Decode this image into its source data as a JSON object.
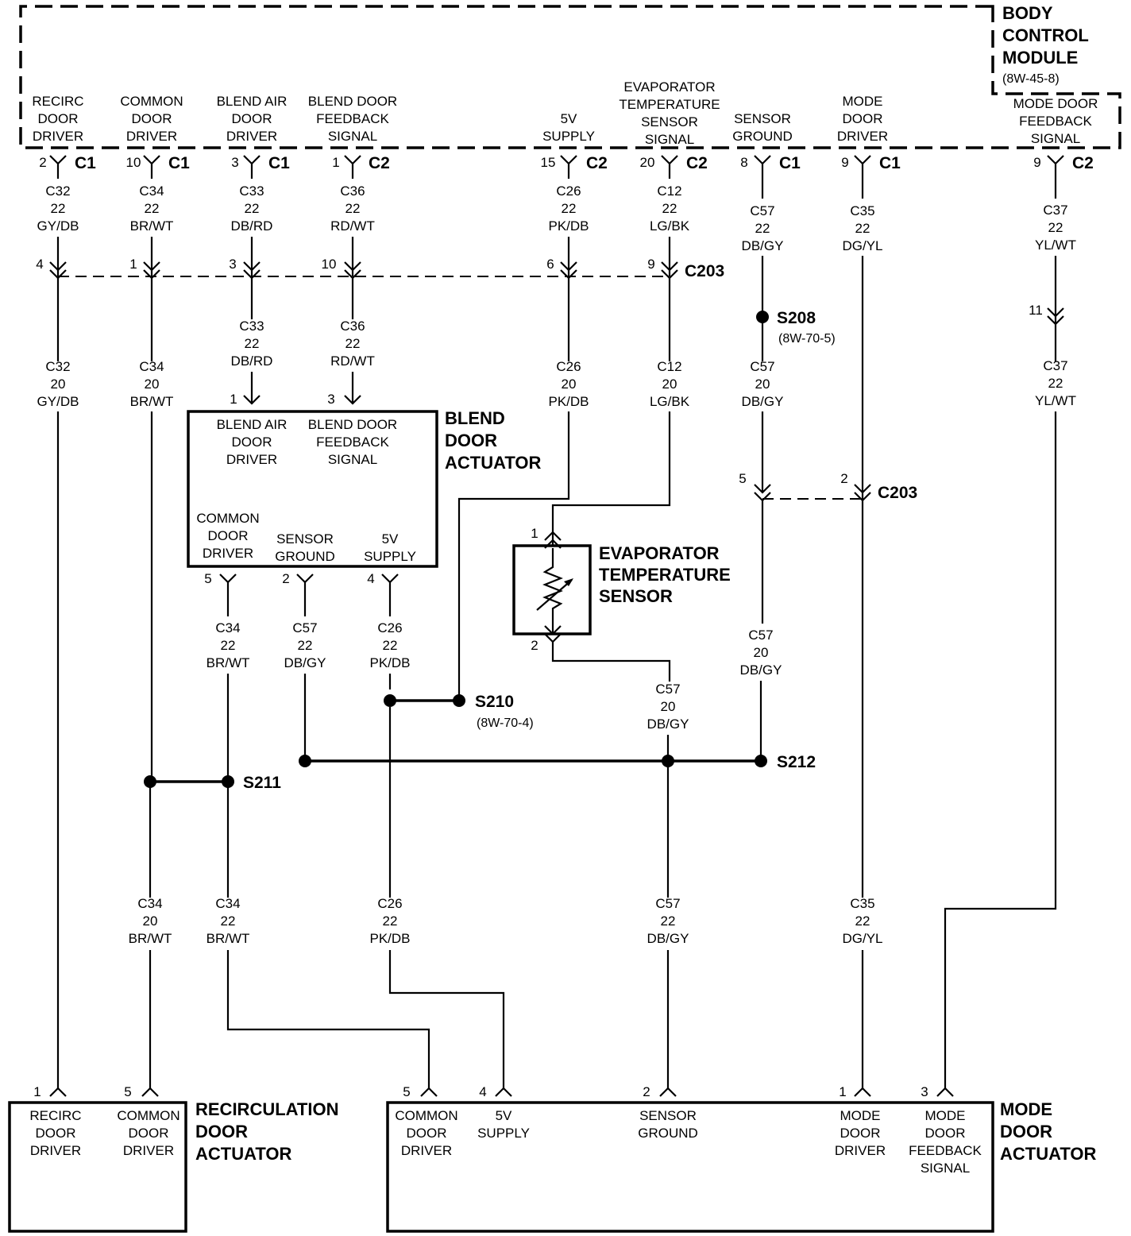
{
  "modules": {
    "bcm": {
      "name": [
        "BODY",
        "CONTROL",
        "MODULE"
      ],
      "ref": "(8W-45-8)"
    },
    "blend": {
      "name": [
        "BLEND",
        "DOOR",
        "ACTUATOR"
      ]
    },
    "evap": {
      "name": [
        "EVAPORATOR",
        "TEMPERATURE",
        "SENSOR"
      ]
    },
    "recirc": {
      "name": [
        "RECIRCULATION",
        "DOOR",
        "ACTUATOR"
      ]
    },
    "mode": {
      "name": [
        "MODE",
        "DOOR",
        "ACTUATOR"
      ]
    }
  },
  "bcm_pins": [
    {
      "label": [
        "RECIRC",
        "DOOR",
        "DRIVER"
      ],
      "pin": "2",
      "conn": "C1",
      "wire": [
        "C32",
        "22",
        "GY/DB"
      ]
    },
    {
      "label": [
        "COMMON",
        "DOOR",
        "DRIVER"
      ],
      "pin": "10",
      "conn": "C1",
      "wire": [
        "C34",
        "22",
        "BR/WT"
      ]
    },
    {
      "label": [
        "BLEND AIR",
        "DOOR",
        "DRIVER"
      ],
      "pin": "3",
      "conn": "C1",
      "wire": [
        "C33",
        "22",
        "DB/RD"
      ]
    },
    {
      "label": [
        "BLEND DOOR",
        "FEEDBACK",
        "SIGNAL"
      ],
      "pin": "1",
      "conn": "C2",
      "wire": [
        "C36",
        "22",
        "RD/WT"
      ]
    },
    {
      "label": [
        "5V",
        "SUPPLY"
      ],
      "pin": "15",
      "conn": "C2",
      "wire": [
        "C26",
        "22",
        "PK/DB"
      ]
    },
    {
      "label": [
        "EVAPORATOR",
        "TEMPERATURE",
        "SENSOR",
        "SIGNAL"
      ],
      "pin": "20",
      "conn": "C2",
      "wire": [
        "C12",
        "22",
        "LG/BK"
      ]
    },
    {
      "label": [
        "SENSOR",
        "GROUND"
      ],
      "pin": "8",
      "conn": "C1",
      "wire": [
        "C57",
        "22",
        "DB/GY"
      ]
    },
    {
      "label": [
        "MODE",
        "DOOR",
        "DRIVER"
      ],
      "pin": "9",
      "conn": "C1",
      "wire": [
        "C35",
        "22",
        "DG/YL"
      ]
    },
    {
      "label": [
        "MODE DOOR",
        "FEEDBACK",
        "SIGNAL"
      ],
      "pin": "9",
      "conn": "C2",
      "wire": [
        "C37",
        "22",
        "YL/WT"
      ]
    }
  ],
  "c203_top": {
    "name": "C203",
    "pins": [
      "4",
      "1",
      "3",
      "10",
      "6",
      "9"
    ]
  },
  "c203_right": {
    "name": "C203",
    "pins": [
      "5",
      "2"
    ]
  },
  "inline_11": "11",
  "below_c203": [
    [
      "C32",
      "20",
      "GY/DB"
    ],
    [
      "C34",
      "20",
      "BR/WT"
    ],
    [
      "C33",
      "22",
      "DB/RD"
    ],
    [
      "C36",
      "22",
      "RD/WT"
    ],
    [
      "C26",
      "20",
      "PK/DB"
    ],
    [
      "C12",
      "20",
      "LG/BK"
    ],
    [
      "C57",
      "20",
      "DB/GY"
    ],
    [
      "C37",
      "22",
      "YL/WT"
    ]
  ],
  "splices": {
    "s208": {
      "name": "S208",
      "ref": "(8W-70-5)"
    },
    "s210": {
      "name": "S210",
      "ref": "(8W-70-4)"
    },
    "s211": {
      "name": "S211"
    },
    "s212": {
      "name": "S212"
    }
  },
  "blend_actuator": {
    "top_pins": [
      {
        "pin": "1",
        "label": [
          "BLEND AIR",
          "DOOR",
          "DRIVER"
        ]
      },
      {
        "pin": "3",
        "label": [
          "BLEND DOOR",
          "FEEDBACK",
          "SIGNAL"
        ]
      }
    ],
    "bottom_pins": [
      {
        "pin": "5",
        "label": [
          "COMMON",
          "DOOR",
          "DRIVER"
        ],
        "wire": [
          "C34",
          "22",
          "BR/WT"
        ]
      },
      {
        "pin": "2",
        "label": [
          "SENSOR",
          "GROUND"
        ],
        "wire": [
          "C57",
          "22",
          "DB/GY"
        ]
      },
      {
        "pin": "4",
        "label": [
          "5V",
          "SUPPLY"
        ],
        "wire": [
          "C26",
          "22",
          "PK/DB"
        ]
      }
    ]
  },
  "evap_pins": [
    "1",
    "2"
  ],
  "evap_ground_wire": [
    "C57",
    "20",
    "DB/GY"
  ],
  "mode_ground_wire": [
    "C57",
    "20",
    "DB/GY"
  ],
  "lower_wires": [
    [
      "C34",
      "20",
      "BR/WT"
    ],
    [
      "C34",
      "22",
      "BR/WT"
    ],
    [
      "C26",
      "22",
      "PK/DB"
    ],
    [
      "C57",
      "22",
      "DB/GY"
    ],
    [
      "C35",
      "22",
      "DG/YL"
    ]
  ],
  "recirc_pins": [
    {
      "pin": "1",
      "label": [
        "RECIRC",
        "DOOR",
        "DRIVER"
      ]
    },
    {
      "pin": "5",
      "label": [
        "COMMON",
        "DOOR",
        "DRIVER"
      ]
    }
  ],
  "mode_pins": [
    {
      "pin": "5",
      "label": [
        "COMMON",
        "DOOR",
        "DRIVER"
      ]
    },
    {
      "pin": "4",
      "label": [
        "5V",
        "SUPPLY"
      ]
    },
    {
      "pin": "2",
      "label": [
        "SENSOR",
        "GROUND"
      ]
    },
    {
      "pin": "1",
      "label": [
        "MODE",
        "DOOR",
        "DRIVER"
      ]
    },
    {
      "pin": "3",
      "label": [
        "MODE",
        "DOOR",
        "FEEDBACK",
        "SIGNAL"
      ]
    }
  ]
}
